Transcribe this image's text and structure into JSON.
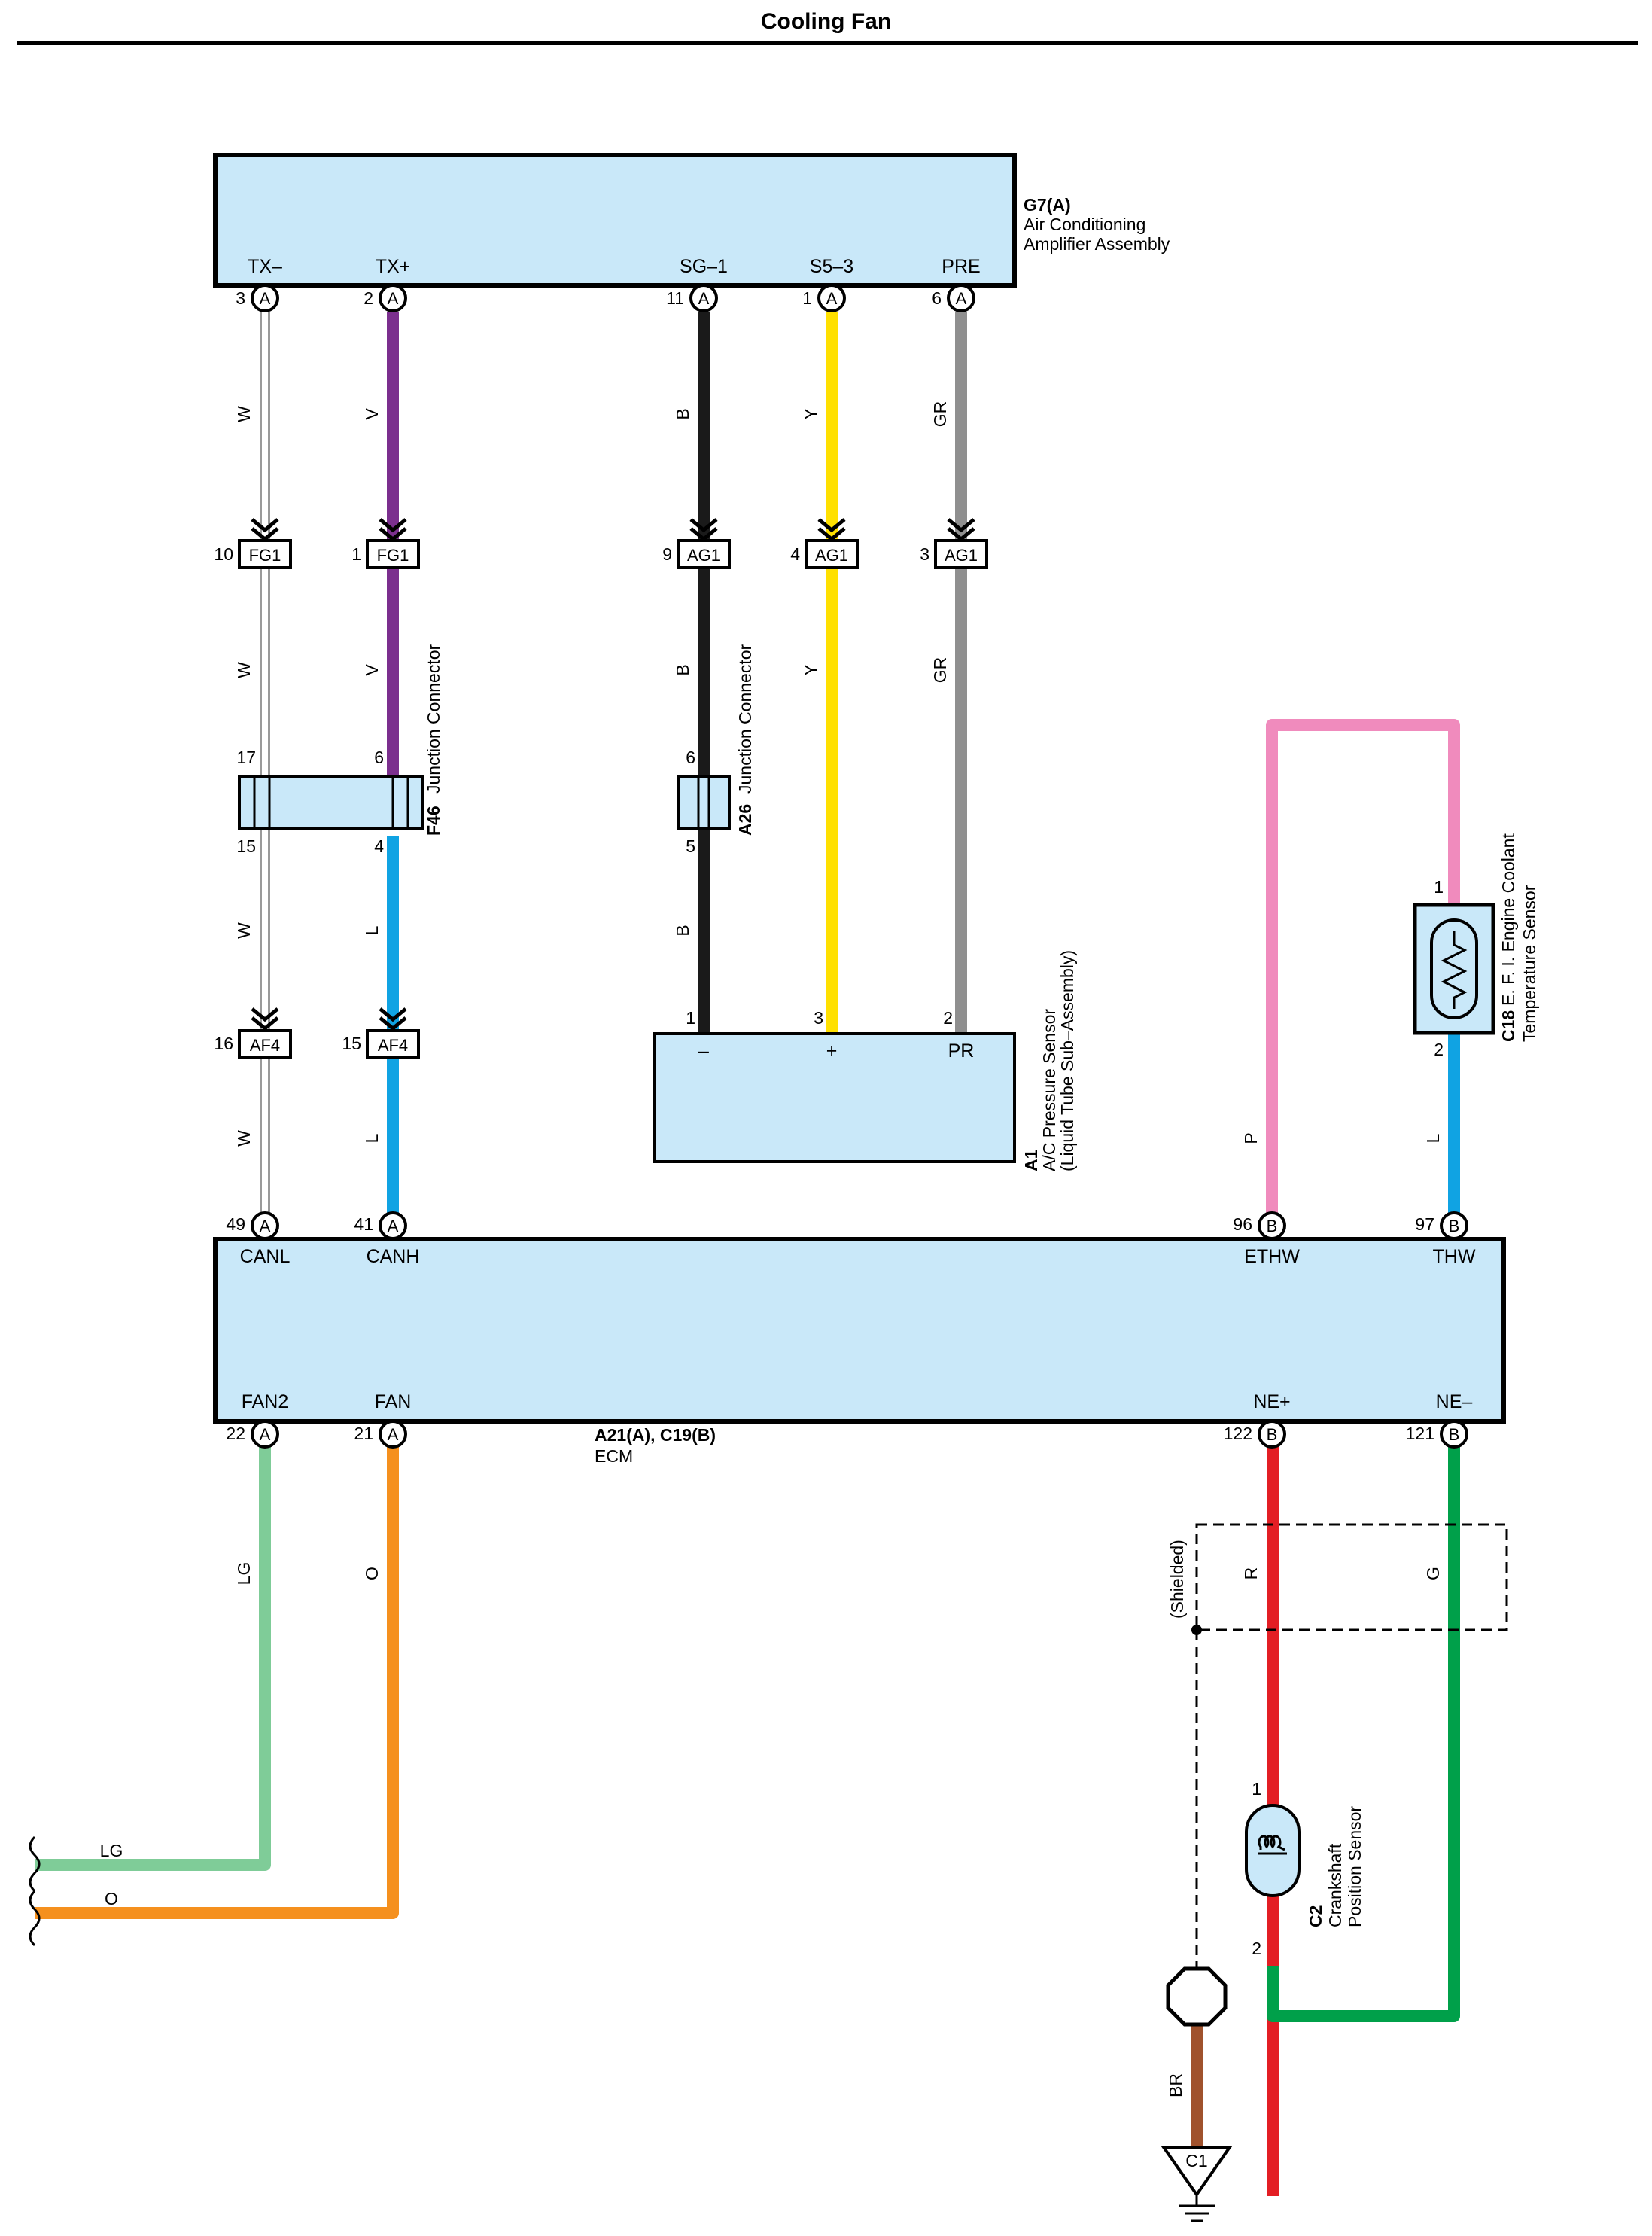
{
  "title": "Cooling Fan",
  "components": {
    "g7": {
      "id": "G7(A)",
      "line1": "Air Conditioning",
      "line2": "Amplifier Assembly",
      "terminals": [
        "TX–",
        "TX+",
        "SG–1",
        "S5–3",
        "PRE"
      ],
      "pins": [
        "3",
        "2",
        "11",
        "1",
        "6"
      ]
    },
    "ecm": {
      "id": "A21(A), C19(B)",
      "name": "ECM",
      "top_terminals": [
        "CANL",
        "CANH",
        "ETHW",
        "THW"
      ],
      "top_pins": [
        "49",
        "41",
        "96",
        "97"
      ],
      "bottom_terminals": [
        "FAN2",
        "FAN",
        "NE+",
        "NE–"
      ],
      "bottom_pins": [
        "22",
        "21",
        "122",
        "121"
      ]
    },
    "f46": {
      "id": "F46",
      "name": "Junction Connector",
      "pins": [
        "17",
        "6",
        "15",
        "4"
      ]
    },
    "a26": {
      "id": "A26",
      "name": "Junction Connector",
      "pins": [
        "6",
        "5"
      ]
    },
    "a1": {
      "id": "A1",
      "line1": "A/C Pressure Sensor",
      "line2": "(Liquid Tube Sub–Assembly)",
      "terminals": [
        "–",
        "+",
        "PR"
      ],
      "pins": [
        "1",
        "3",
        "2"
      ]
    },
    "c18": {
      "id": "C18",
      "line1": "E. F. I.  Engine Coolant",
      "line2": "Temperature Sensor",
      "pins": [
        "1",
        "2"
      ]
    },
    "c2": {
      "id": "C2",
      "line1": "Crankshaft",
      "line2": "Position Sensor",
      "pins": [
        "1",
        "2"
      ]
    },
    "c1": {
      "id": "C1"
    }
  },
  "connectors": {
    "fg1": {
      "name": "FG1",
      "pins": [
        "10",
        "1"
      ]
    },
    "ag1": {
      "name": "AG1",
      "pins": [
        "9",
        "4",
        "3"
      ]
    },
    "af4": {
      "name": "AF4",
      "pins": [
        "16",
        "15"
      ]
    },
    "port_a": "A",
    "port_b": "B"
  },
  "wire_colors": {
    "W": "W",
    "V": "V",
    "B": "B",
    "Y": "Y",
    "GR": "GR",
    "L": "L",
    "P": "P",
    "LG": "LG",
    "O": "O",
    "R": "R",
    "G": "G",
    "BR": "BR"
  },
  "shielded_label": "(Shielded)",
  "colors": {
    "component_fill": "#c9e8f9",
    "W": "#ffffff",
    "V": "#7b2f8e",
    "B": "#1a1a1a",
    "Y": "#ffe000",
    "GR": "#8f8f8f",
    "L": "#10a3e3",
    "P": "#f08bbd",
    "LG": "#7fcc98",
    "O": "#f5901e",
    "R": "#e31e24",
    "G": "#00a04a",
    "BR": "#a0522d"
  }
}
